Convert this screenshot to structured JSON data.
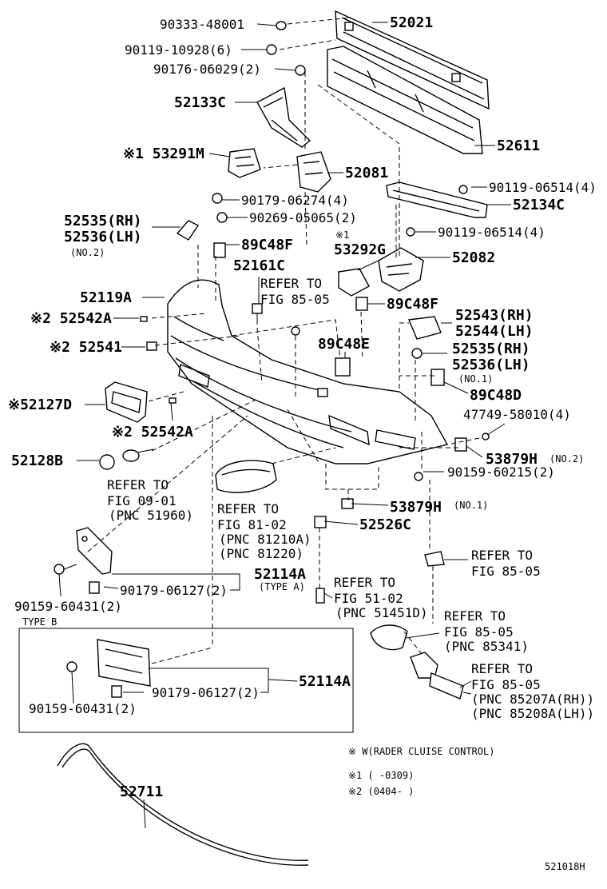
{
  "labels": {
    "p52021": "52021",
    "p90333": "90333-48001",
    "p90119a": "90119-10928(6)",
    "p90176": "90176-06029(2)",
    "p52133c": "52133C",
    "p52611": "52611",
    "p53291m": "※1 53291M",
    "p52081": "52081",
    "p90119b": "90119-06514(4)",
    "p52134c": "52134C",
    "p90179a": "90179-06274(4)",
    "p52535a": "52535(RH)",
    "p52536a": "52536(LH)",
    "no2a": "(NO.2)",
    "p90269": "90269-05065(2)",
    "p90119c": "90119-06514(4)",
    "p89c48f_a": "89C48F",
    "sym53292": "※1",
    "p53292g": "53292G",
    "p52082": "52082",
    "p52161c": "52161C",
    "refer1": "REFER TO",
    "fig1": "FIG 85-05",
    "p52119a": "52119A",
    "p89c48f_b": "89C48F",
    "p52542a_a": "※2 52542A",
    "p52543": "52543(RH)",
    "p52544": "52544(LH)",
    "p52541": "※2 52541",
    "p89c48e": "89C48E",
    "p52535b": "52535(RH)",
    "p52536b": "52536(LH)",
    "no1a": "(NO.1)",
    "p52127d": "※52127D",
    "p89c48d": "89C48D",
    "p47749": "47749-58010(4)",
    "p52542a_b": "※2 52542A",
    "p52128b": "52128B",
    "p53879h_a": "53879H",
    "no2b": "(NO.2)",
    "p90159a": "90159-60215(2)",
    "refer2": "REFER TO",
    "fig2": "FIG 09-01",
    "pnc2": "(PNC 51960)",
    "p53879h_b": "53879H",
    "no1b": "(NO.1)",
    "refer3": "REFER TO",
    "fig3": "FIG 81-02",
    "pnc3a": "(PNC 81210A)",
    "pnc3b": "(PNC 81220)",
    "p52526c": "52526C",
    "refer4": "REFER TO",
    "fig4": "FIG 85-05",
    "p52114a_a": "52114A",
    "typea": "(TYPE A)",
    "p90179b": "90179-06127(2)",
    "p90159b": "90159-60431(2)",
    "refer5": "REFER TO",
    "fig5": "FIG 51-02",
    "pnc5": "(PNC 51451D)",
    "typeb": "TYPE B",
    "refer6": "REFER TO",
    "fig6": "FIG 85-05",
    "pnc6": "(PNC 85341)",
    "refer7": "REFER TO",
    "fig7": "FIG 85-05",
    "pnc7a": "(PNC 85207A(RH))",
    "pnc7b": "(PNC 85208A(LH))",
    "p90179c": "90179-06127(2)",
    "p52114a_b": "52114A",
    "p90159c": "90159-60431(2)",
    "legend_w": "※  W(RADER CLUISE CONTROL)",
    "legend_1": "※1 (   -0309)",
    "legend_2": "※2 (0404-   )",
    "p52711": "52711",
    "code": "521018H"
  }
}
